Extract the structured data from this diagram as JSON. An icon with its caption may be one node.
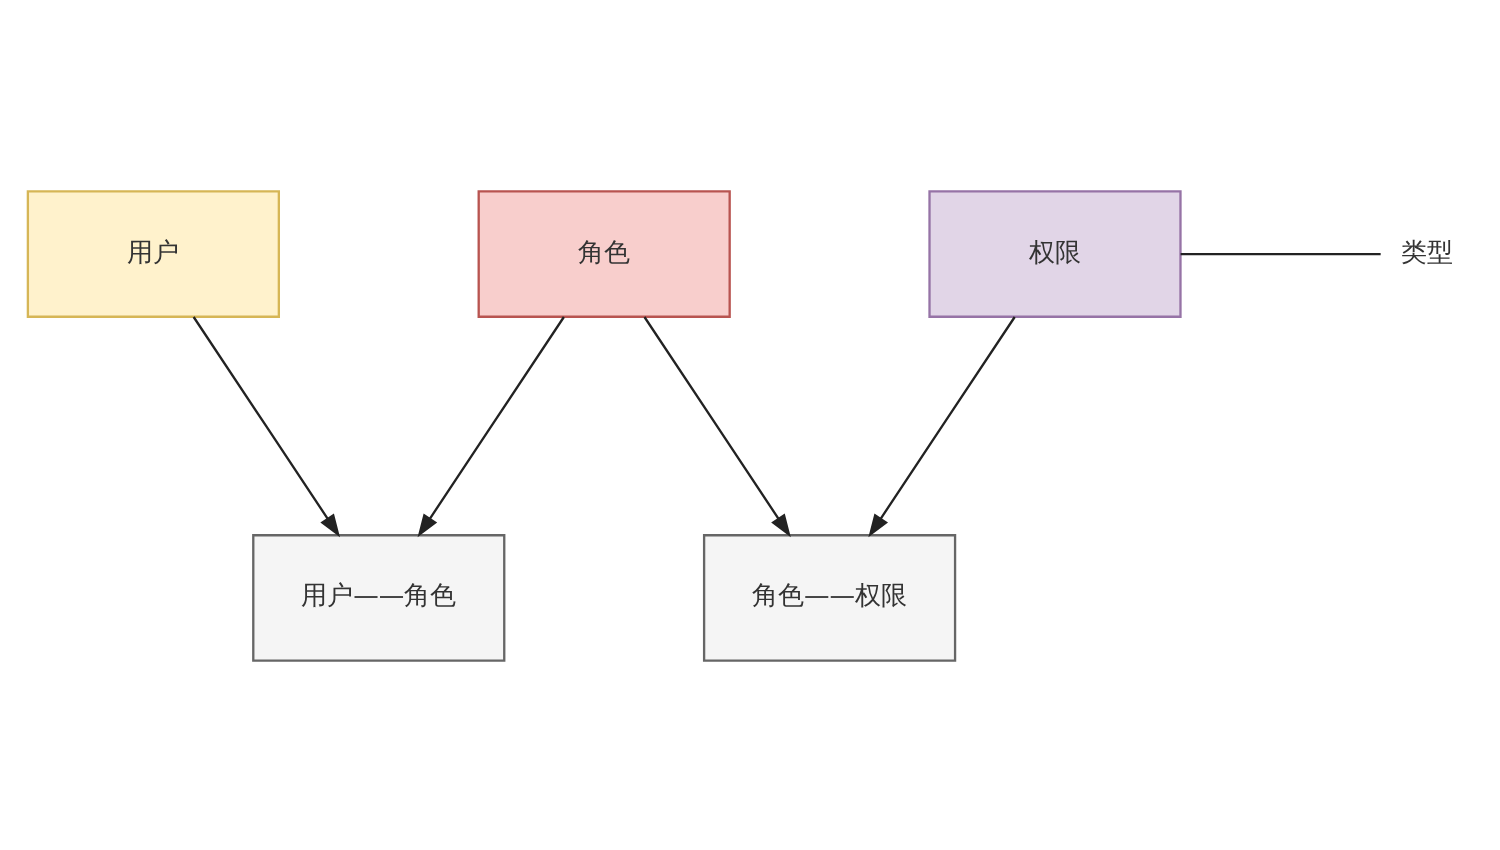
{
  "diagram": {
    "nodes": [
      {
        "text": [
          "用户"
        ]
      },
      {
        "text": [
          "角色"
        ]
      },
      {
        "text": [
          "权限"
        ]
      },
      {
        "text": [
          "类型"
        ]
      },
      {
        "text": [
          "用户——角色"
        ]
      },
      {
        "text": [
          "角色——权限"
        ]
      }
    ],
    "edges": [
      {
        "from": 0,
        "to": 4,
        "arrow": "to"
      },
      {
        "from": 1,
        "to": 4,
        "arrow": "to"
      },
      {
        "from": 1,
        "to": 5,
        "arrow": "to"
      },
      {
        "from": 2,
        "to": 5,
        "arrow": "to"
      },
      {
        "from": 2,
        "to": 3,
        "arrow": "none"
      }
    ]
  }
}
